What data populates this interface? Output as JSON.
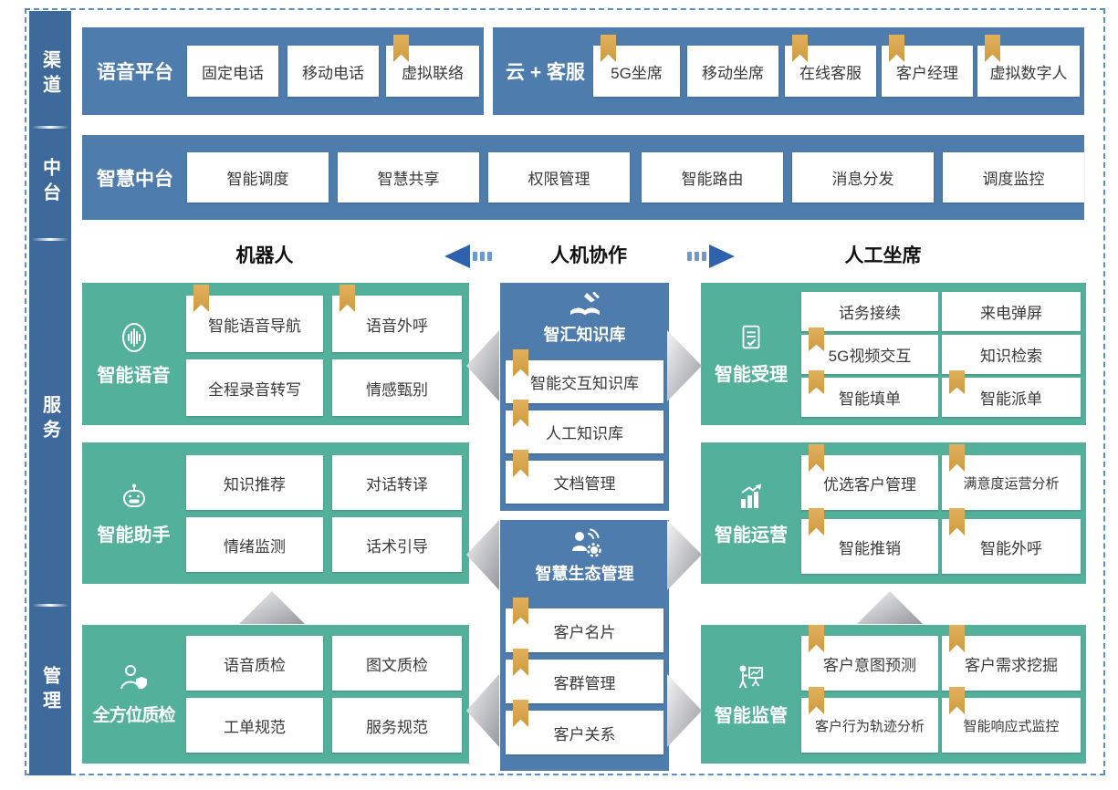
{
  "sidebar": [
    {
      "label": "渠道"
    },
    {
      "label": "中台"
    },
    {
      "label": "服务"
    },
    {
      "label": "管理"
    }
  ],
  "channel_groups": [
    {
      "title": "语音平台",
      "items": [
        {
          "label": "固定电话",
          "bookmark": false
        },
        {
          "label": "移动电话",
          "bookmark": false
        },
        {
          "label": "虚拟联络",
          "bookmark": true
        }
      ]
    },
    {
      "title": "云 + 客服",
      "items": [
        {
          "label": "5G坐席",
          "bookmark": true
        },
        {
          "label": "移动坐席",
          "bookmark": false
        },
        {
          "label": "在线客服",
          "bookmark": true
        },
        {
          "label": "客户经理",
          "bookmark": true
        },
        {
          "label": "虚拟数字人",
          "bookmark": true
        }
      ]
    }
  ],
  "midplatform": {
    "title": "智慧中台",
    "items": [
      {
        "label": "智能调度"
      },
      {
        "label": "智慧共享"
      },
      {
        "label": "权限管理"
      },
      {
        "label": "智能路由"
      },
      {
        "label": "消息分发"
      },
      {
        "label": "调度监控"
      }
    ]
  },
  "mode_headers": {
    "robot": "机器人",
    "collaboration": "人机协作",
    "human": "人工坐席"
  },
  "left_column": [
    {
      "title": "智能语音",
      "icon": "voice-wave-icon",
      "items": [
        {
          "label": "智能语音导航",
          "bookmark": true
        },
        {
          "label": "语音外呼",
          "bookmark": true
        },
        {
          "label": "全程录音转写",
          "bookmark": false
        },
        {
          "label": "情感甄别",
          "bookmark": false
        }
      ]
    },
    {
      "title": "智能助手",
      "icon": "robot-icon",
      "items": [
        {
          "label": "知识推荐",
          "bookmark": false
        },
        {
          "label": "对话转译",
          "bookmark": false
        },
        {
          "label": "情绪监测",
          "bookmark": false
        },
        {
          "label": "话术引导",
          "bookmark": false
        }
      ]
    },
    {
      "title": "全方位质检",
      "icon": "quality-inspector-icon",
      "items": [
        {
          "label": "语音质检",
          "bookmark": false
        },
        {
          "label": "图文质检",
          "bookmark": false
        },
        {
          "label": "工单规范",
          "bookmark": false
        },
        {
          "label": "服务规范",
          "bookmark": false
        }
      ]
    }
  ],
  "middle_column": [
    {
      "title": "智汇知识库",
      "icon": "knowledge-book-icon",
      "items": [
        {
          "label": "智能交互知识库",
          "bookmark": true
        },
        {
          "label": "人工知识库",
          "bookmark": true
        },
        {
          "label": "文档管理",
          "bookmark": true
        }
      ]
    },
    {
      "title": "智慧生态管理",
      "icon": "ecosystem-management-icon",
      "items": [
        {
          "label": "客户名片",
          "bookmark": true
        },
        {
          "label": "客群管理",
          "bookmark": true
        },
        {
          "label": "客户关系",
          "bookmark": true
        }
      ]
    }
  ],
  "right_column": [
    {
      "title": "智能受理",
      "icon": "form-check-icon",
      "items": [
        {
          "label": "话务接续",
          "bookmark": false
        },
        {
          "label": "来电弹屏",
          "bookmark": false
        },
        {
          "label": "5G视频交互",
          "bookmark": true
        },
        {
          "label": "知识检索",
          "bookmark": false
        },
        {
          "label": "智能填单",
          "bookmark": true
        },
        {
          "label": "智能派单",
          "bookmark": true
        }
      ]
    },
    {
      "title": "智能运营",
      "icon": "chart-growth-icon",
      "items": [
        {
          "label": "优选客户管理",
          "bookmark": true
        },
        {
          "label": "满意度运营分析",
          "bookmark": true
        },
        {
          "label": "智能推销",
          "bookmark": true
        },
        {
          "label": "智能外呼",
          "bookmark": true
        }
      ]
    },
    {
      "title": "智能监管",
      "icon": "supervision-icon",
      "items": [
        {
          "label": "客户意图预测",
          "bookmark": true
        },
        {
          "label": "客户需求挖掘",
          "bookmark": true
        },
        {
          "label": "客户行为轨迹分析",
          "bookmark": true
        },
        {
          "label": "智能响应式监控",
          "bookmark": true
        }
      ]
    }
  ],
  "colors": {
    "sidebar_blue": "#3d6a9a",
    "panel_blue": "#4e7cad",
    "panel_green": "#53b09b",
    "bookmark_gold": "#d8a24a",
    "arrow_blue": "#2f62ae",
    "frame_dash_blue": "#5b8fc9",
    "item_text": "#3a3a3a"
  }
}
